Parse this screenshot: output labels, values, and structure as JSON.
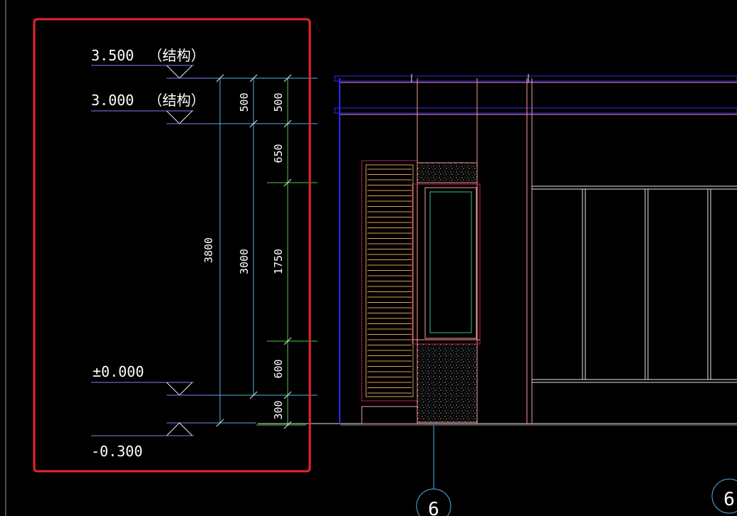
{
  "elevations": [
    {
      "id": "top",
      "value": "3.500",
      "note": "（结构）"
    },
    {
      "id": "upper",
      "value": "3.000",
      "note": "（结构）"
    },
    {
      "id": "floor",
      "value": "±0.000",
      "note": ""
    },
    {
      "id": "ground",
      "value": "-0.300",
      "note": ""
    }
  ],
  "dimensions": {
    "overall": "3800",
    "main": "3000",
    "upper_a": "500",
    "chain": [
      "500",
      "650",
      "1750",
      "600",
      "300"
    ]
  },
  "axis_bubbles": [
    "6",
    "6"
  ],
  "colors": {
    "highlight": "#e8262c",
    "level_line": "#8080ff",
    "dim_cyan": "#4fb4e0",
    "dim_green": "#44d444",
    "frame_pink": "#ff9a9a",
    "hatch_orange": "#e0a050",
    "magenta": "#c02060",
    "blue": "#2a2aff",
    "white": "#e8e8e8"
  }
}
